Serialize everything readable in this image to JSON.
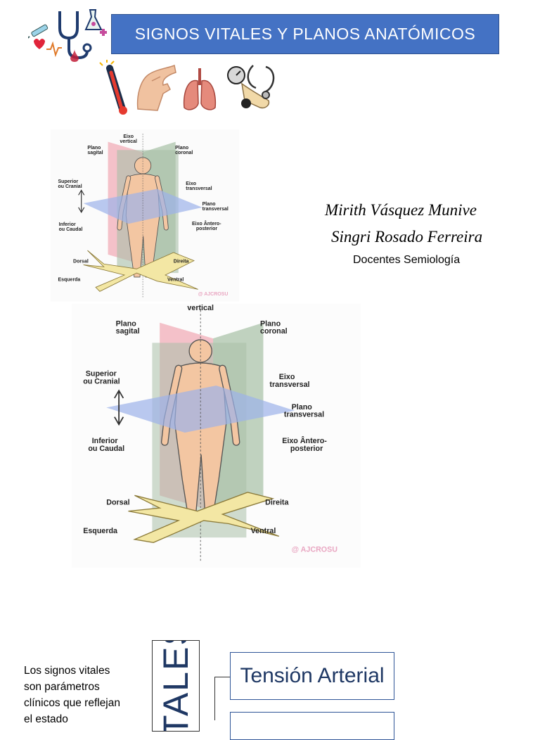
{
  "title": "SIGNOS VITALES Y PLANOS ANATÓMICOS",
  "authors": [
    "Mirith Vásquez Munive",
    "Singri Rosado Ferreira"
  ],
  "role": "Docentes Semiología",
  "icons": [
    "syringe-icon",
    "stethoscope-icon",
    "lab-flask-icon",
    "heart-icon",
    "thermometer-icon",
    "pulse-hand-icon",
    "lungs-icon",
    "blood-pressure-icon"
  ],
  "diagram_small": {
    "labels": {
      "eixo_vertical": "Eixo\nvertical",
      "plano_sagital": "Plano\nsagital",
      "plano_coronal": "Plano\ncoronal",
      "superior": "Superior\nou Cranial",
      "inferior": "Inferior\nou Caudal",
      "eixo_transversal": "Eixo\ntransversal",
      "plano_transversal": "Plano\ntransversal",
      "eixo_antero": "Eixo Ântero-\nposterior",
      "dorsal": "Dorsal",
      "direita": "Direita",
      "esquerda": "Esquerda",
      "ventral": "Ventral",
      "watermark": "@ AJCROSU"
    }
  },
  "diagram_large": {
    "labels": {
      "eixo_vertical": "vertical",
      "plano_sagital": "Plano\nsagital",
      "plano_coronal": "Plano\ncoronal",
      "superior": "Superior\nou Cranial",
      "inferior": "Inferior\nou Caudal",
      "eixo_transversal": "Eixo\ntransversal",
      "plano_transversal": "Plano\ntransversal",
      "eixo_antero": "Eixo Ântero-\nposterior",
      "dorsal": "Dorsal",
      "direita": "Direita",
      "esquerda": "Esquerda",
      "ventral": "Ventral",
      "watermark": "@ AJCROSU"
    }
  },
  "intro_text": "Los signos vitales son parámetros clínicos que reflejan el estado",
  "vertical_label": "TALES",
  "vital_signs": [
    "Tensión Arterial",
    ""
  ]
}
